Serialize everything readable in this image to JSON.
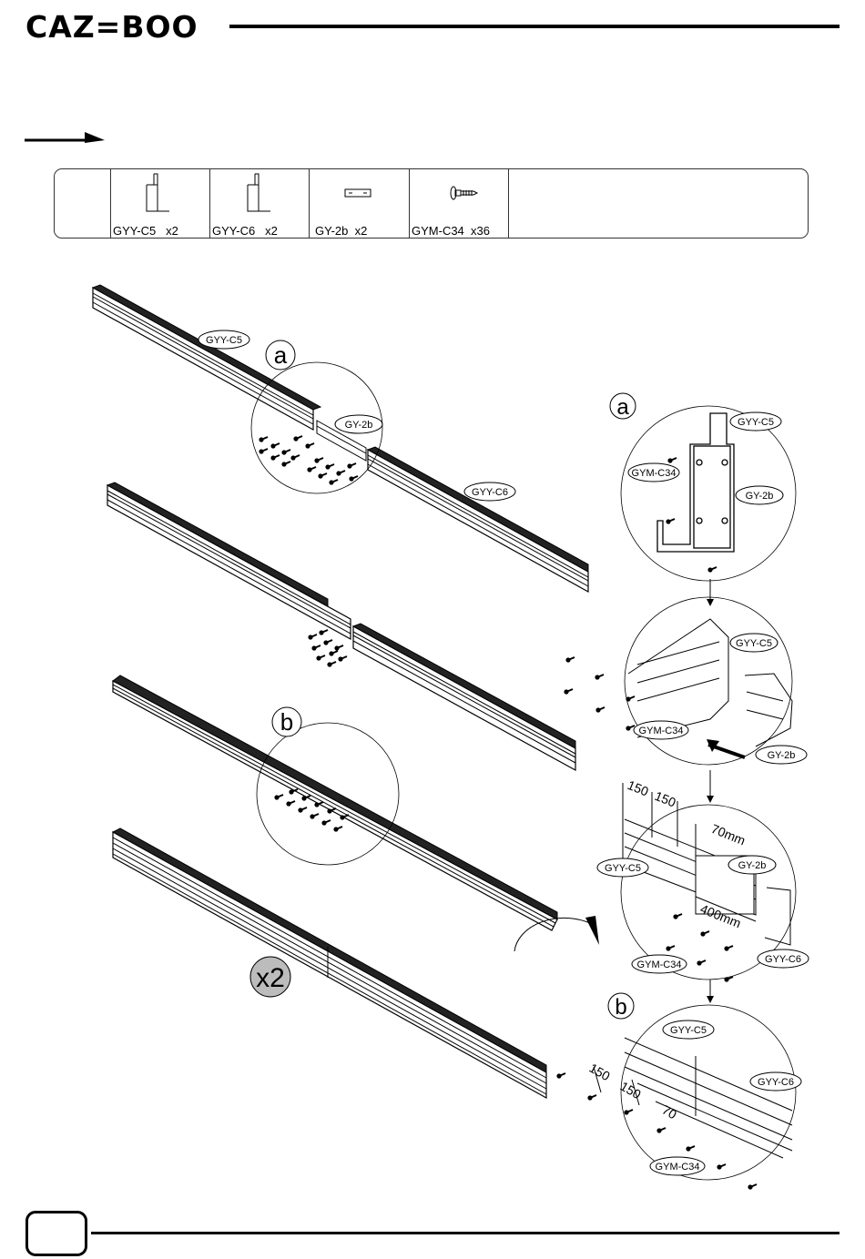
{
  "header": {
    "brand": "CAZ=BOO"
  },
  "parts": [
    {
      "code": "GYY-C5",
      "qty": "x2",
      "icon": "bracket-icon"
    },
    {
      "code": "GYY-C6",
      "qty": "x2",
      "icon": "bracket-icon"
    },
    {
      "code": "GY-2b",
      "qty": "x2",
      "icon": "connector-plate-icon"
    },
    {
      "code": "GYM-C34",
      "qty": "x36",
      "icon": "screw-icon"
    }
  ],
  "callouts": {
    "detail_a": "a",
    "detail_b": "b",
    "repeat_count": "x2"
  },
  "labels": {
    "gyy_c5": "GYY-C5",
    "gyy_c6": "GYY-C6",
    "gy_2b": "GY-2b",
    "gym_c34": "GYM-C34"
  },
  "dimensions": {
    "d150a": "150",
    "d150b": "150",
    "d70mm": "70mm",
    "d400mm": "400mm",
    "d150c": "150",
    "d150d": "150",
    "d70": "70"
  }
}
